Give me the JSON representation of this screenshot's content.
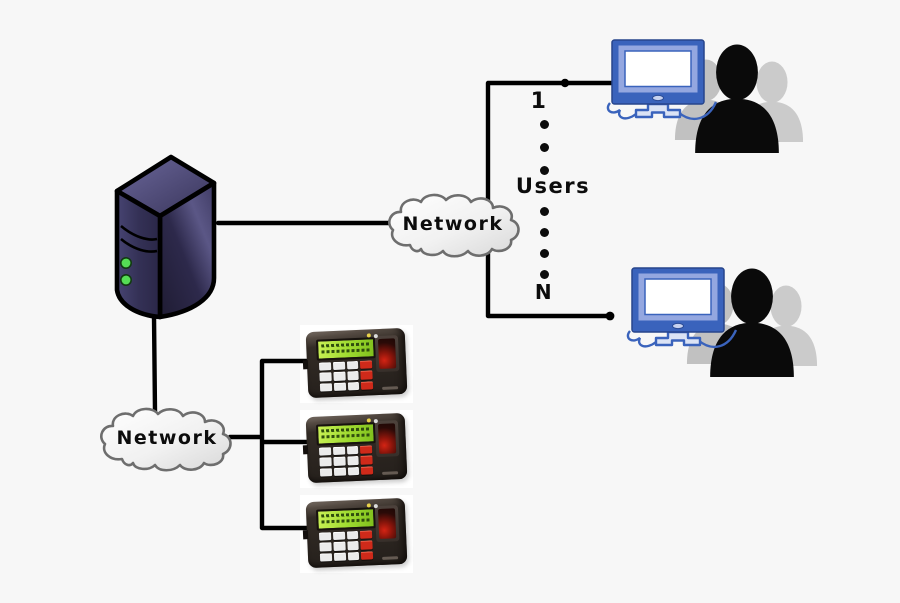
{
  "labels": {
    "network_top": "Network",
    "network_bottom": "Network",
    "users": "Users",
    "range_start": "1",
    "range_end": "N"
  },
  "ellipsis": {
    "between_start_and_users": 3,
    "between_users_and_end": 4
  },
  "nodes": {
    "server": "server-tower",
    "terminals": [
      "fingerprint-terminal-1",
      "fingerprint-terminal-2",
      "fingerprint-terminal-3"
    ],
    "workstations": [
      "user-workstation-first",
      "user-workstation-last"
    ]
  },
  "colors": {
    "background": "#f7f7f7",
    "connector_line": "#000000",
    "cloud_fill_light": "#ffffff",
    "cloud_fill_dark": "#d8d8d8",
    "cloud_stroke": "#6e6e6e",
    "server_front": "#343156",
    "server_side_dark": "#221f38",
    "server_side_light": "#56527e",
    "server_led": "#55dd55",
    "monitor_frame": "#3a63bc",
    "monitor_bezel": "#94a7e0",
    "monitor_screen": "#ffffff",
    "terminal_body": "#2b2520",
    "terminal_lcd": "#9fdb30",
    "terminal_key": "#ebebeb",
    "terminal_key_red": "#cf2a1a",
    "person_front": "#0a0a0a",
    "person_back": "#c3c3c3"
  }
}
